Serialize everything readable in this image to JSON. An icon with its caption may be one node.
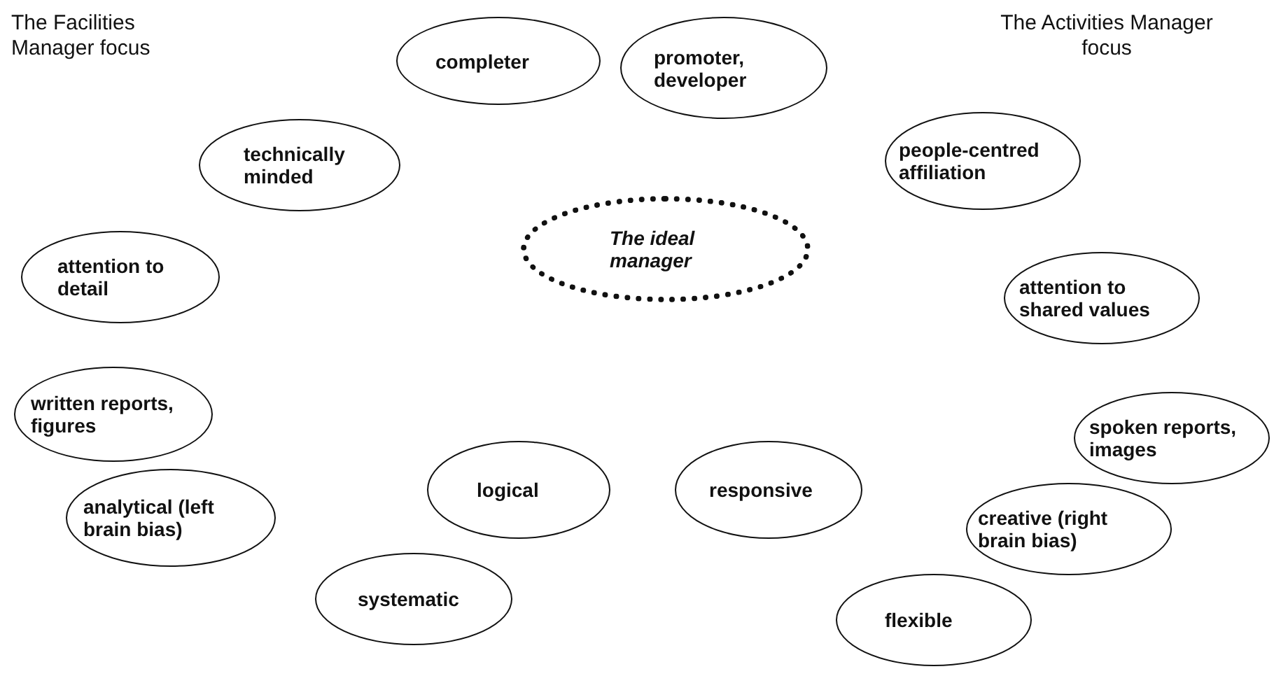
{
  "diagram": {
    "nodes": [
      {
        "text": [
          "completer"
        ]
      },
      {
        "text": [
          "promoter, developer"
        ]
      },
      {
        "text": [
          "technically minded"
        ]
      },
      {
        "text": [
          "people-centred affiliation"
        ]
      },
      {
        "text": [
          "attention to detail"
        ]
      },
      {
        "text": [
          "attention to shared values"
        ]
      },
      {
        "text": [
          "The ideal manager"
        ]
      },
      {
        "text": [
          "written reports, figures"
        ]
      },
      {
        "text": [
          "spoken reports, images"
        ]
      },
      {
        "text": [
          "logical"
        ]
      },
      {
        "text": [
          "responsive"
        ]
      },
      {
        "text": [
          "analytical (left brain bias)"
        ]
      },
      {
        "text": [
          "creative (right brain bias)"
        ]
      },
      {
        "text": [
          "systematic"
        ]
      },
      {
        "text": [
          "flexible"
        ]
      }
    ],
    "labels": [
      "The Facilities Manager focus",
      "The Activities Manager focus"
    ]
  }
}
